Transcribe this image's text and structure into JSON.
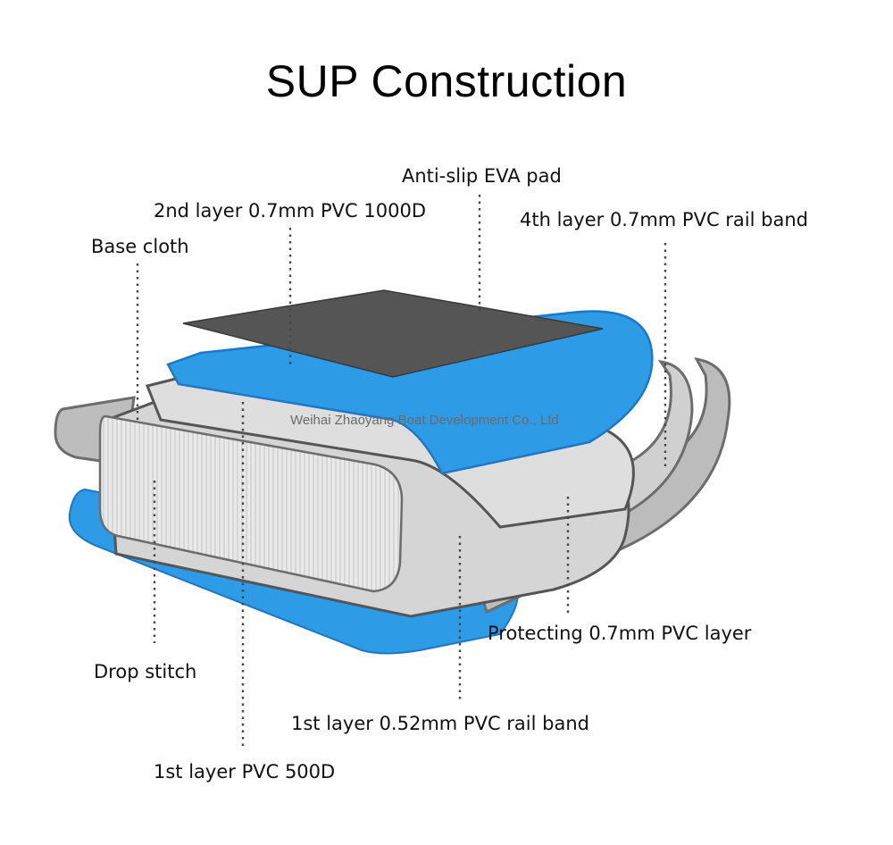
{
  "title": "SUP Construction",
  "watermark": "Weihai Zhaoyang Boat Development Co., Ltd",
  "labels": {
    "anti_slip": "Anti-slip EVA pad",
    "second_layer": "2nd layer 0.7mm PVC 1000D",
    "fourth_layer": "4th layer 0.7mm PVC rail band",
    "base_cloth": "Base cloth",
    "protecting": "Protecting 0.7mm PVC layer",
    "drop_stitch": "Drop stitch",
    "first_rail": "1st layer 0.52mm PVC rail band",
    "first_pvc": "1st layer PVC 500D"
  },
  "colors": {
    "blue": "#2e9be6",
    "blue_dark": "#1c78c4",
    "gray_light": "#d5d5d5",
    "gray_mid": "#a9a9a9",
    "gray_dark": "#6d6d6d",
    "pad": "#555555"
  }
}
